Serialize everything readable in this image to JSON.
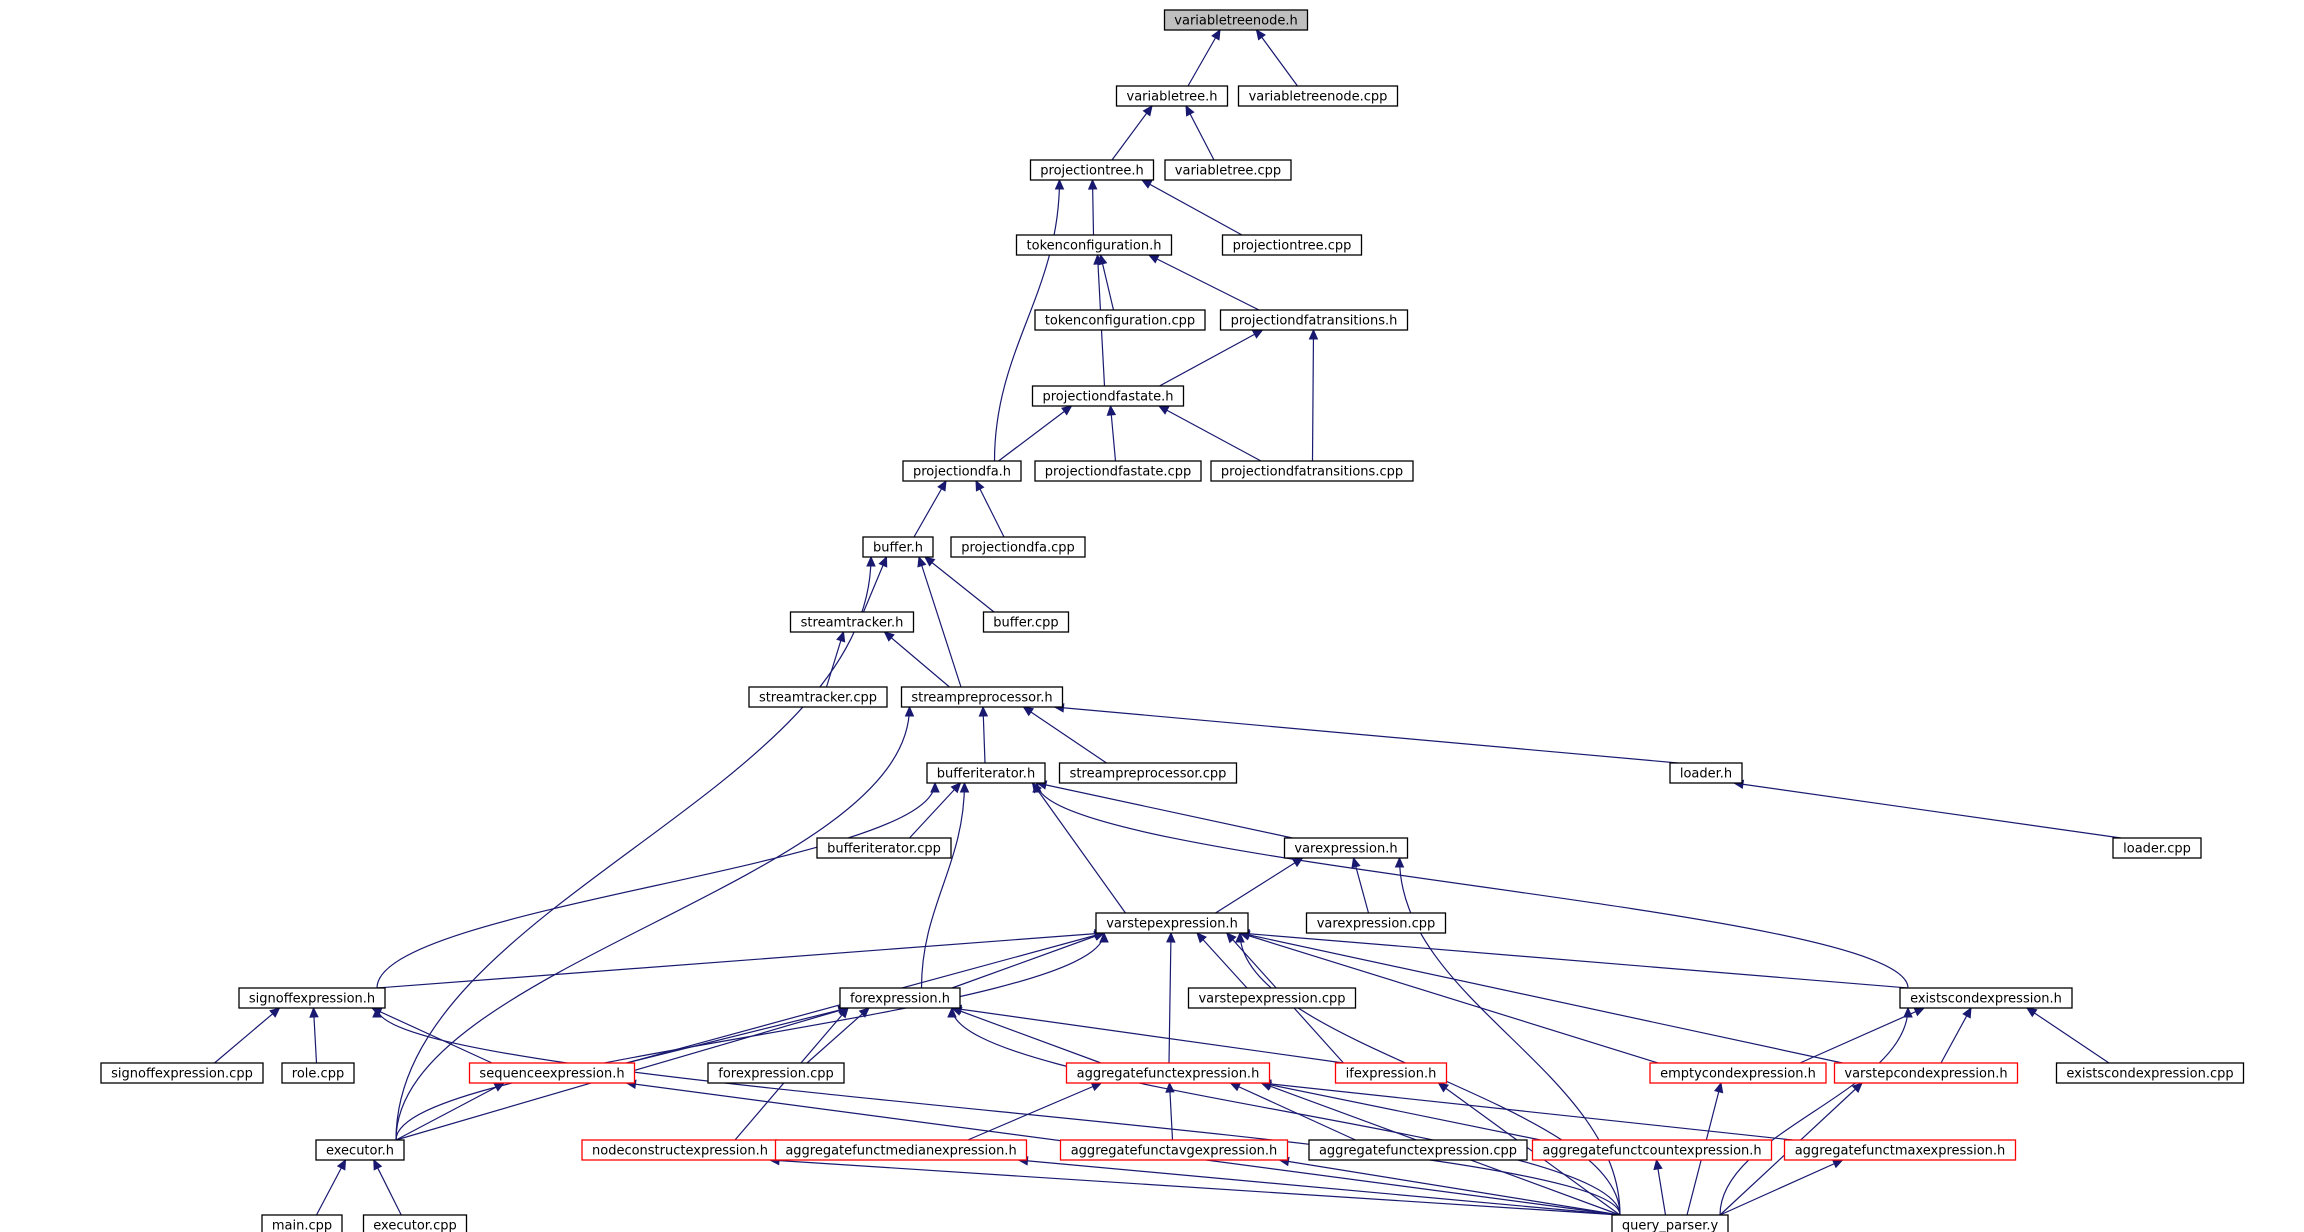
{
  "graph": {
    "title": "variabletreenode.h",
    "nodes": [
      {
        "id": "variabletreenode_h",
        "label": "variabletreenode.h",
        "highlight": true
      },
      {
        "id": "variabletree_h",
        "label": "variabletree.h"
      },
      {
        "id": "variabletreenode_cpp",
        "label": "variabletreenode.cpp"
      },
      {
        "id": "projectiontree_h",
        "label": "projectiontree.h"
      },
      {
        "id": "variabletree_cpp",
        "label": "variabletree.cpp"
      },
      {
        "id": "tokenconfiguration_h",
        "label": "tokenconfiguration.h"
      },
      {
        "id": "projectiontree_cpp",
        "label": "projectiontree.cpp"
      },
      {
        "id": "tokenconfiguration_cpp",
        "label": "tokenconfiguration.cpp"
      },
      {
        "id": "projectiondfatransitions_h",
        "label": "projectiondfatransitions.h"
      },
      {
        "id": "projectiondfastate_h",
        "label": "projectiondfastate.h"
      },
      {
        "id": "projectiondfa_h",
        "label": "projectiondfa.h"
      },
      {
        "id": "projectiondfastate_cpp",
        "label": "projectiondfastate.cpp"
      },
      {
        "id": "projectiondfatransitions_cpp",
        "label": "projectiondfatransitions.cpp"
      },
      {
        "id": "buffer_h",
        "label": "buffer.h"
      },
      {
        "id": "projectiondfa_cpp",
        "label": "projectiondfa.cpp"
      },
      {
        "id": "streamtracker_h",
        "label": "streamtracker.h"
      },
      {
        "id": "buffer_cpp",
        "label": "buffer.cpp"
      },
      {
        "id": "streamtracker_cpp",
        "label": "streamtracker.cpp"
      },
      {
        "id": "streampreprocessor_h",
        "label": "streampreprocessor.h"
      },
      {
        "id": "bufferiterator_h",
        "label": "bufferiterator.h"
      },
      {
        "id": "streampreprocessor_cpp",
        "label": "streampreprocessor.cpp"
      },
      {
        "id": "loader_h",
        "label": "loader.h"
      },
      {
        "id": "bufferiterator_cpp",
        "label": "bufferiterator.cpp"
      },
      {
        "id": "varexpression_h",
        "label": "varexpression.h"
      },
      {
        "id": "loader_cpp",
        "label": "loader.cpp"
      },
      {
        "id": "varstepexpression_h",
        "label": "varstepexpression.h"
      },
      {
        "id": "varexpression_cpp",
        "label": "varexpression.cpp"
      },
      {
        "id": "signoffexpression_h",
        "label": "signoffexpression.h"
      },
      {
        "id": "forexpression_h",
        "label": "forexpression.h"
      },
      {
        "id": "varstepexpression_cpp",
        "label": "varstepexpression.cpp"
      },
      {
        "id": "existscondexpression_h",
        "label": "existscondexpression.h"
      },
      {
        "id": "signoffexpression_cpp",
        "label": "signoffexpression.cpp"
      },
      {
        "id": "role_cpp",
        "label": "role.cpp"
      },
      {
        "id": "sequenceexpression_h",
        "label": "sequenceexpression.h",
        "red": true
      },
      {
        "id": "forexpression_cpp",
        "label": "forexpression.cpp"
      },
      {
        "id": "aggregatefunctexpression_h",
        "label": "aggregatefunctexpression.h",
        "red": true
      },
      {
        "id": "ifexpression_h",
        "label": "ifexpression.h",
        "red": true
      },
      {
        "id": "emptycondexpression_h",
        "label": "emptycondexpression.h",
        "red": true
      },
      {
        "id": "varstepcondexpression_h",
        "label": "varstepcondexpression.h",
        "red": true
      },
      {
        "id": "existscondexpression_cpp",
        "label": "existscondexpression.cpp"
      },
      {
        "id": "executor_h",
        "label": "executor.h"
      },
      {
        "id": "nodeconstructexpression_h",
        "label": "nodeconstructexpression.h",
        "red": true
      },
      {
        "id": "aggregatefunctmedianexpression_h",
        "label": "aggregatefunctmedianexpression.h",
        "red": true
      },
      {
        "id": "aggregatefunctavgexpression_h",
        "label": "aggregatefunctavgexpression.h",
        "red": true
      },
      {
        "id": "aggregatefunctexpression_cpp",
        "label": "aggregatefunctexpression.cpp"
      },
      {
        "id": "aggregatefunctcountexpression_h",
        "label": "aggregatefunctcountexpression.h",
        "red": true
      },
      {
        "id": "aggregatefunctmaxexpression_h",
        "label": "aggregatefunctmaxexpression.h",
        "red": true
      },
      {
        "id": "main_cpp",
        "label": "main.cpp"
      },
      {
        "id": "executor_cpp",
        "label": "executor.cpp"
      },
      {
        "id": "query_parser_y",
        "label": "query_parser.y"
      }
    ],
    "edges": [
      [
        "variabletree_h",
        "variabletreenode_h"
      ],
      [
        "variabletreenode_cpp",
        "variabletreenode_h"
      ],
      [
        "projectiontree_h",
        "variabletree_h"
      ],
      [
        "variabletree_cpp",
        "variabletree_h"
      ],
      [
        "tokenconfiguration_h",
        "projectiontree_h"
      ],
      [
        "projectiontree_cpp",
        "projectiontree_h"
      ],
      [
        "projectiondfa_h",
        "projectiontree_h"
      ],
      [
        "tokenconfiguration_cpp",
        "tokenconfiguration_h"
      ],
      [
        "projectiondfatransitions_h",
        "tokenconfiguration_h"
      ],
      [
        "projectiondfastate_h",
        "tokenconfiguration_h"
      ],
      [
        "projectiondfastate_h",
        "projectiondfatransitions_h"
      ],
      [
        "projectiondfatransitions_cpp",
        "projectiondfatransitions_h"
      ],
      [
        "projectiondfa_h",
        "projectiondfastate_h"
      ],
      [
        "projectiondfastate_cpp",
        "projectiondfastate_h"
      ],
      [
        "projectiondfatransitions_cpp",
        "projectiondfastate_h"
      ],
      [
        "buffer_h",
        "projectiondfa_h"
      ],
      [
        "projectiondfa_cpp",
        "projectiondfa_h"
      ],
      [
        "streamtracker_h",
        "buffer_h"
      ],
      [
        "buffer_cpp",
        "buffer_h"
      ],
      [
        "streampreprocessor_h",
        "buffer_h"
      ],
      [
        "executor_h",
        "buffer_h"
      ],
      [
        "streamtracker_cpp",
        "streamtracker_h"
      ],
      [
        "streampreprocessor_h",
        "streamtracker_h"
      ],
      [
        "bufferiterator_h",
        "streampreprocessor_h"
      ],
      [
        "streampreprocessor_cpp",
        "streampreprocessor_h"
      ],
      [
        "loader_h",
        "streampreprocessor_h"
      ],
      [
        "executor_h",
        "streampreprocessor_h"
      ],
      [
        "loader_cpp",
        "loader_h"
      ],
      [
        "bufferiterator_cpp",
        "bufferiterator_h"
      ],
      [
        "varexpression_h",
        "bufferiterator_h"
      ],
      [
        "varstepexpression_h",
        "bufferiterator_h"
      ],
      [
        "signoffexpression_h",
        "bufferiterator_h"
      ],
      [
        "forexpression_h",
        "bufferiterator_h"
      ],
      [
        "existscondexpression_h",
        "bufferiterator_h"
      ],
      [
        "varstepexpression_h",
        "varexpression_h"
      ],
      [
        "varexpression_cpp",
        "varexpression_h"
      ],
      [
        "query_parser_y",
        "varexpression_h"
      ],
      [
        "varstepexpression_cpp",
        "varstepexpression_h"
      ],
      [
        "signoffexpression_h",
        "varstepexpression_h"
      ],
      [
        "forexpression_h",
        "varstepexpression_h"
      ],
      [
        "existscondexpression_h",
        "varstepexpression_h"
      ],
      [
        "sequenceexpression_h",
        "varstepexpression_h"
      ],
      [
        "aggregatefunctexpression_h",
        "varstepexpression_h"
      ],
      [
        "ifexpression_h",
        "varstepexpression_h"
      ],
      [
        "emptycondexpression_h",
        "varstepexpression_h"
      ],
      [
        "varstepcondexpression_h",
        "varstepexpression_h"
      ],
      [
        "executor_h",
        "varstepexpression_h"
      ],
      [
        "query_parser_y",
        "varstepexpression_h"
      ],
      [
        "signoffexpression_cpp",
        "signoffexpression_h"
      ],
      [
        "role_cpp",
        "signoffexpression_h"
      ],
      [
        "sequenceexpression_h",
        "signoffexpression_h"
      ],
      [
        "query_parser_y",
        "signoffexpression_h"
      ],
      [
        "forexpression_cpp",
        "forexpression_h"
      ],
      [
        "sequenceexpression_h",
        "forexpression_h"
      ],
      [
        "aggregatefunctexpression_h",
        "forexpression_h"
      ],
      [
        "ifexpression_h",
        "forexpression_h"
      ],
      [
        "executor_h",
        "forexpression_h"
      ],
      [
        "nodeconstructexpression_h",
        "forexpression_h"
      ],
      [
        "query_parser_y",
        "forexpression_h"
      ],
      [
        "emptycondexpression_h",
        "existscondexpression_h"
      ],
      [
        "varstepcondexpression_h",
        "existscondexpression_h"
      ],
      [
        "existscondexpression_cpp",
        "existscondexpression_h"
      ],
      [
        "query_parser_y",
        "existscondexpression_h"
      ],
      [
        "executor_h",
        "sequenceexpression_h"
      ],
      [
        "query_parser_y",
        "sequenceexpression_h"
      ],
      [
        "aggregatefunctmedianexpression_h",
        "aggregatefunctexpression_h"
      ],
      [
        "aggregatefunctavgexpression_h",
        "aggregatefunctexpression_h"
      ],
      [
        "aggregatefunctexpression_cpp",
        "aggregatefunctexpression_h"
      ],
      [
        "aggregatefunctcountexpression_h",
        "aggregatefunctexpression_h"
      ],
      [
        "aggregatefunctmaxexpression_h",
        "aggregatefunctexpression_h"
      ],
      [
        "query_parser_y",
        "aggregatefunctexpression_h"
      ],
      [
        "query_parser_y",
        "ifexpression_h"
      ],
      [
        "query_parser_y",
        "emptycondexpression_h"
      ],
      [
        "query_parser_y",
        "varstepcondexpression_h"
      ],
      [
        "main_cpp",
        "executor_h"
      ],
      [
        "executor_cpp",
        "executor_h"
      ],
      [
        "query_parser_y",
        "nodeconstructexpression_h"
      ],
      [
        "query_parser_y",
        "aggregatefunctmedianexpression_h"
      ],
      [
        "query_parser_y",
        "aggregatefunctavgexpression_h"
      ],
      [
        "query_parser_y",
        "aggregatefunctcountexpression_h"
      ],
      [
        "query_parser_y",
        "aggregatefunctmaxexpression_h"
      ]
    ]
  }
}
